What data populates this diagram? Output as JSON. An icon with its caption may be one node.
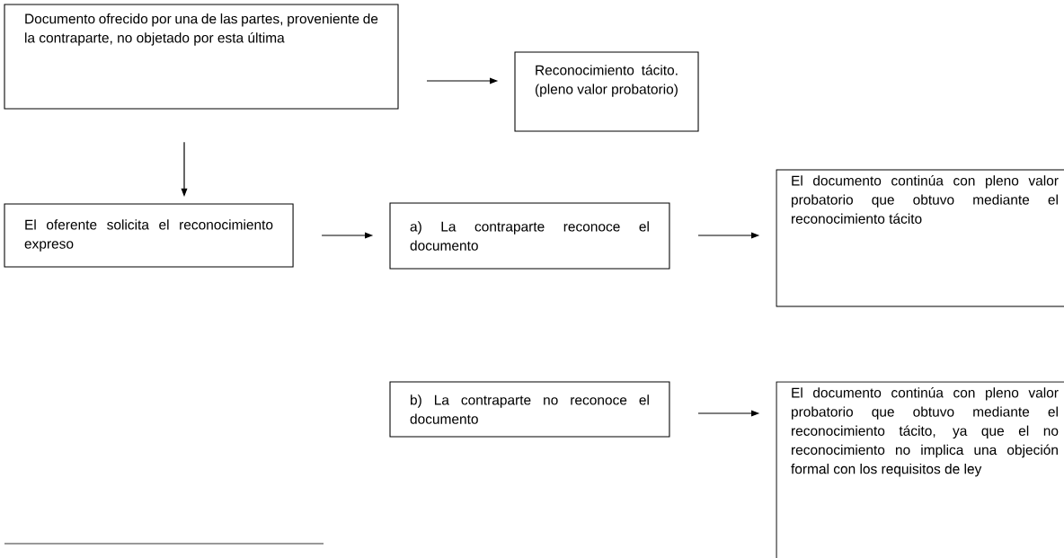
{
  "diagram": {
    "nodes": [
      {
        "text": [
          "Documento ofrecido por una de las partes, proveniente de la contraparte, no objetado por esta última"
        ]
      },
      {
        "text": [
          "Reconocimiento tácito. (pleno valor probatorio)"
        ]
      },
      {
        "text": [
          "El oferente solicita el reconocimiento expreso"
        ]
      },
      {
        "text": [
          "a) La contraparte reconoce el documento"
        ]
      },
      {
        "text": [
          "El documento continúa con pleno valor probatorio que obtuvo mediante el reconocimiento tácito"
        ]
      },
      {
        "text": [
          "b) La contraparte no reconoce el documento"
        ]
      },
      {
        "text": [
          "El documento continúa con pleno valor probatorio que obtuvo mediante el reconocimiento tácito, ya que el no reconocimiento no implica una objeción formal con los requisitos de ley"
        ]
      }
    ],
    "edges": [
      {
        "from": 0,
        "to": 1,
        "arrow": "to"
      },
      {
        "from": 0,
        "to": 2,
        "arrow": "to"
      },
      {
        "from": 2,
        "to": 3,
        "arrow": "to"
      },
      {
        "from": 3,
        "to": 4,
        "arrow": "to"
      },
      {
        "from": 5,
        "to": 6,
        "arrow": "to"
      }
    ]
  }
}
